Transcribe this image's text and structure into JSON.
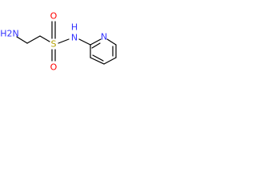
{
  "molecule": {
    "atoms": {
      "amine_n": "H2N",
      "sulfur": "S",
      "oxygen_top": "O",
      "oxygen_bottom": "O",
      "amide_n": "N",
      "amide_h": "H",
      "pyridine_n": "N"
    }
  },
  "colors": {
    "bond": "#000000",
    "nitrogen": "#3333ff",
    "sulfur": "#b3a000",
    "oxygen": "#ff0000",
    "hydrogen": "#3333ff"
  }
}
